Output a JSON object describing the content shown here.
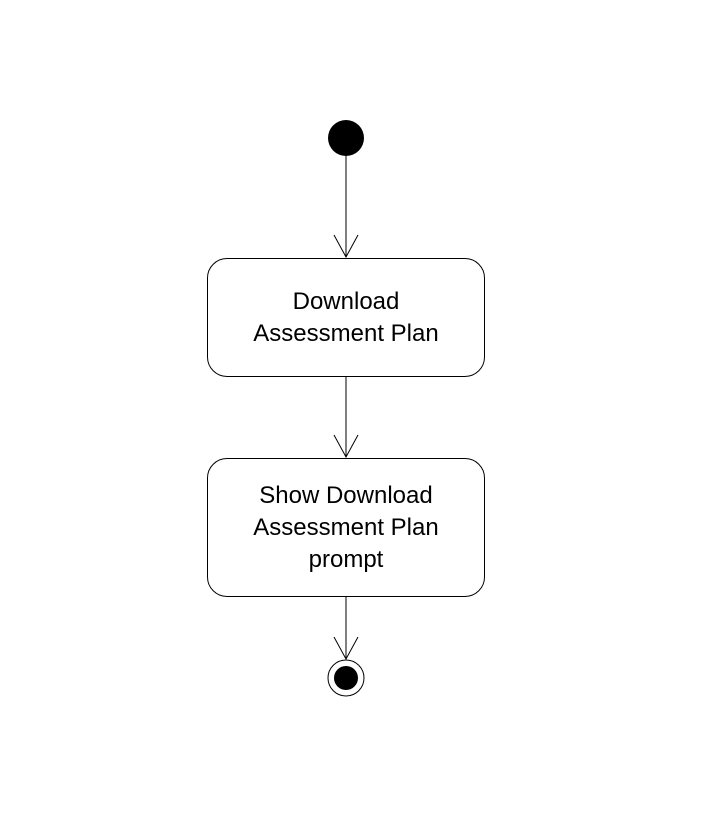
{
  "diagram": {
    "type": "activity",
    "nodes": [
      {
        "id": "start",
        "kind": "initial"
      },
      {
        "id": "a1",
        "kind": "action",
        "label": "Download\nAssessment Plan"
      },
      {
        "id": "a2",
        "kind": "action",
        "label": "Show Download\nAssessment Plan\nprompt"
      },
      {
        "id": "end",
        "kind": "final"
      }
    ],
    "edges": [
      {
        "from": "start",
        "to": "a1"
      },
      {
        "from": "a1",
        "to": "a2"
      },
      {
        "from": "a2",
        "to": "end"
      }
    ]
  }
}
